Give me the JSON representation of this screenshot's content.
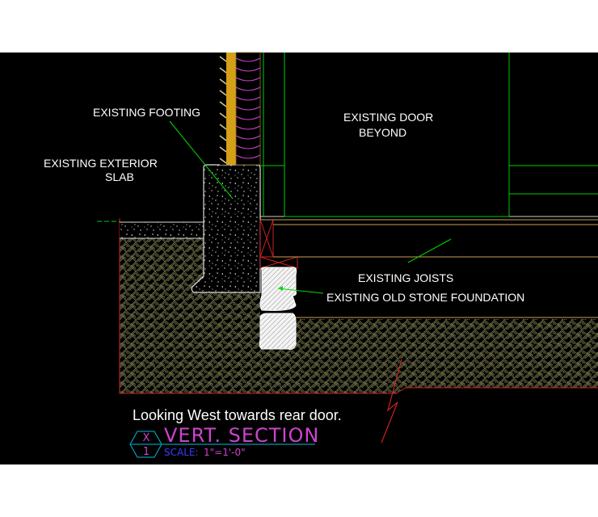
{
  "labels": {
    "existing_footing": "EXISTING FOOTING",
    "existing_exterior_slab_line1": "EXISTING EXTERIOR",
    "existing_exterior_slab_line2": "SLAB",
    "existing_door_line1": "EXISTING DOOR",
    "existing_door_line2": "BEYOND",
    "existing_joists": "EXISTING JOISTS",
    "existing_old_stone_foundation": "EXISTING OLD STONE FOUNDATION"
  },
  "caption": "Looking West towards rear door.",
  "title_block": {
    "detail_letter": "X",
    "sheet_number": "1",
    "title": "VERT. SECTION",
    "scale_label": "SCALE:",
    "scale_value": "1\"=1'-0\""
  },
  "colors": {
    "background": "#000000",
    "page": "#ffffff",
    "leader_lines": "#00dd00",
    "door_lines": "#00cc00",
    "earth_hatch": "#7a7a50",
    "earth_boundary": "#cc2222",
    "concrete": "#e0e0e0",
    "insulation": "#d4a017",
    "siding": "#d8c890",
    "title_text": "#cc44cc",
    "scale_text": "#3a3aff",
    "title_underline": "#00bbdd"
  }
}
